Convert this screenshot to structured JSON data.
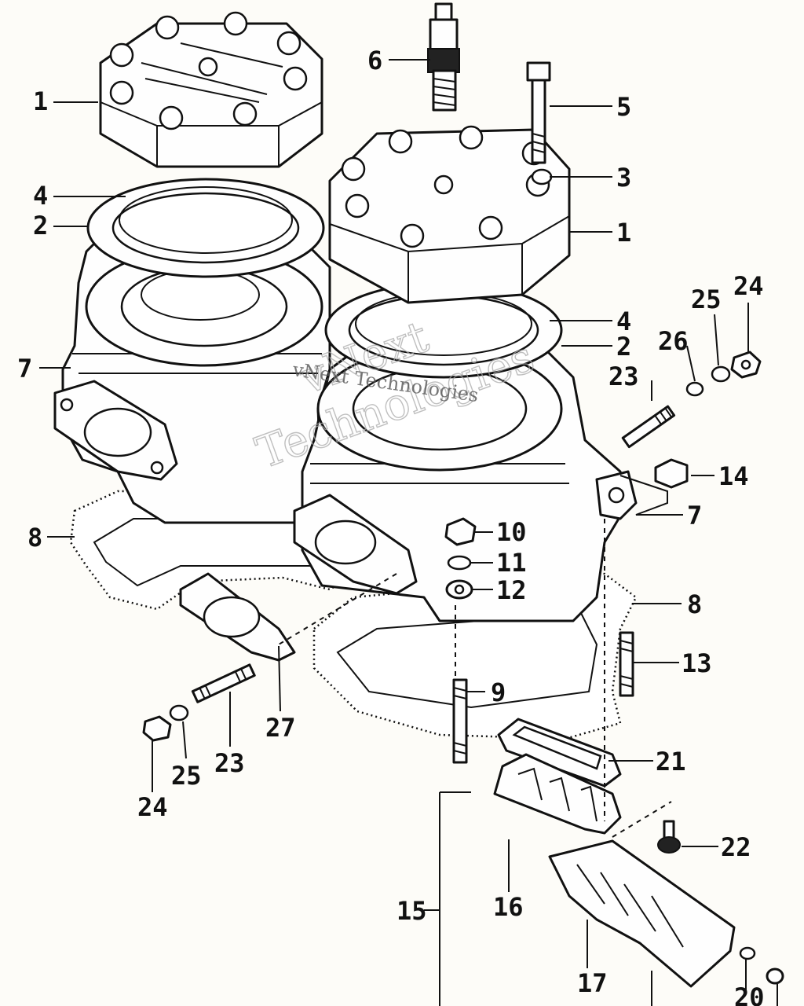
{
  "callouts": {
    "c1a": "1",
    "c4a": "4",
    "c2a": "2",
    "c7a": "7",
    "c8a": "8",
    "c6": "6",
    "c5": "5",
    "c3": "3",
    "c1b": "1",
    "c4b": "4",
    "c2b": "2",
    "c24a": "24",
    "c25a": "25",
    "c26": "26",
    "c23a": "23",
    "c14": "14",
    "c7b": "7",
    "c10": "10",
    "c11": "11",
    "c12": "12",
    "c8b": "8",
    "c13": "13",
    "c9": "9",
    "c27": "27",
    "c23b": "23",
    "c25b": "25",
    "c24b": "24",
    "c21": "21",
    "c22": "22",
    "c15": "15",
    "c16": "16",
    "c17": "17",
    "c20": "20"
  },
  "watermark": {
    "large_line1": "vNext",
    "large_line2": "Technologies",
    "small": "vNext Technologies"
  }
}
